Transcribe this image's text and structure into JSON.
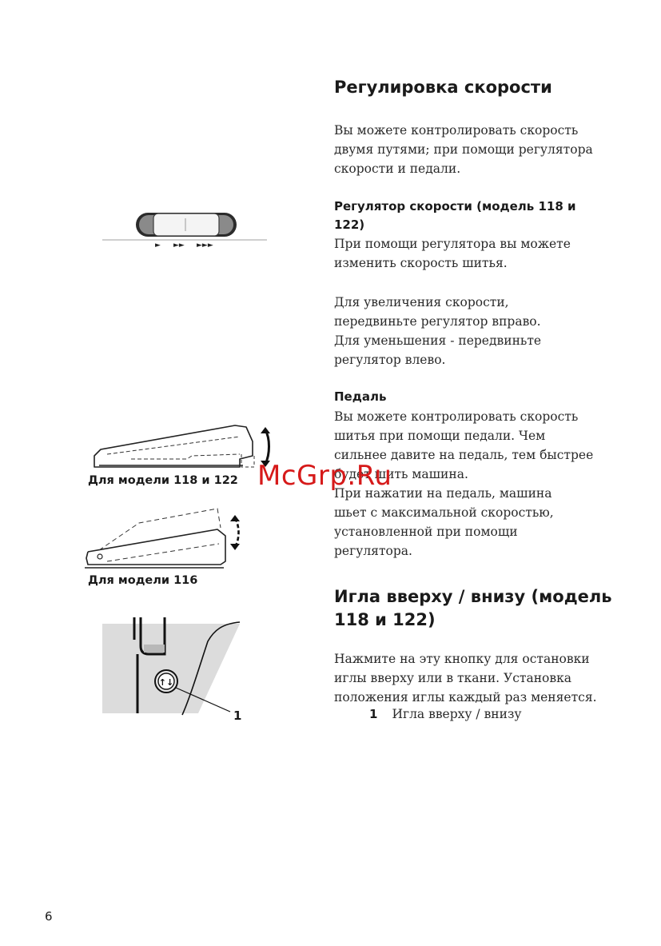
{
  "page_number": "6",
  "watermark": "McGrp.Ru",
  "speed_section": {
    "title": "Регулировка скорости",
    "intro": [
      "Вы можете контролировать скорость",
      "двумя путями; при помощи регулятора",
      "скорости и педали."
    ],
    "regulator": {
      "heading_line1": "Регулятор скорости (модель 118 и",
      "heading_line2": "122)",
      "text1": [
        "При помощи регулятора вы можете",
        "изменить скорость шитья."
      ],
      "text2": [
        "Для увеличения скорости,",
        "передвиньте регулятор вправо.",
        "Для уменьшения - передвиньте",
        "регулятор влево."
      ]
    },
    "pedal": {
      "heading": "Педаль",
      "text1": [
        "Вы можете контролировать скорость",
        "шитья при помощи педали. Чем",
        "сильнее давите на педаль, тем быстрее",
        "будет шить машина."
      ],
      "text2": [
        "При нажатии на педаль, машина",
        "шьет с максимальной скоростью,",
        "установленной при помощи",
        "регулятора."
      ]
    }
  },
  "needle_section": {
    "title_line1": "Игла вверху / внизу  (модель",
    "title_line2": "118 и 122)",
    "text": [
      "Нажмите на эту кнопку для остановки",
      "иглы вверху или в ткани. Установка",
      "положения иглы каждый раз меняется."
    ],
    "item_number": "1",
    "item_text": "Игла вверху / внизу"
  },
  "figures": {
    "pedal_118_122_caption": "Для модели 118 и 122",
    "pedal_116_caption": "Для модели 116",
    "needle_callout": "1",
    "slider_speed_marks": [
      "►",
      "►►",
      "►►►"
    ]
  }
}
